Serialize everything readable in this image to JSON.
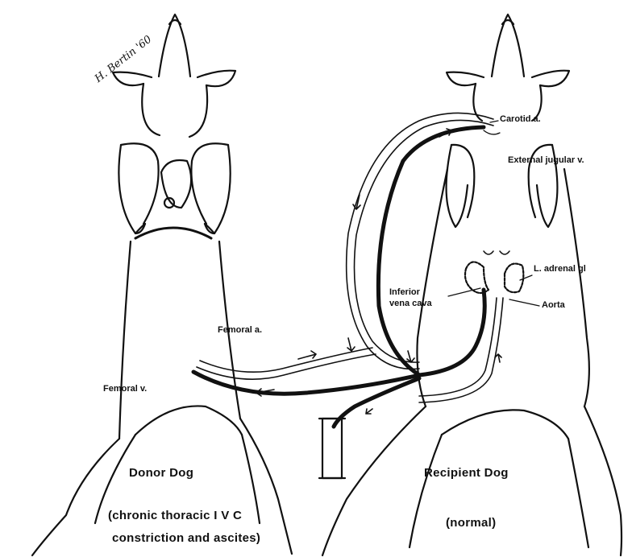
{
  "labels": {
    "carotid": "Carotid a.",
    "ext_jugular": "External jugular v.",
    "l_adrenal": "L. adrenal gl",
    "ivc_line1": "Inferior",
    "ivc_line2": "vena cava",
    "aorta": "Aorta",
    "femoral_a": "Femoral a.",
    "femoral_v": "Femoral v."
  },
  "captions": {
    "donor_title": "Donor Dog",
    "donor_line1": "(chronic thoracic I V C",
    "donor_line2": "constriction and ascites)",
    "recipient_title": "Recipient Dog",
    "recipient_sub": "(normal)"
  },
  "signature": "H. Bertin '60",
  "colors": {
    "ink": "#111111",
    "background": "#ffffff"
  },
  "icons": [
    "flow-arrow-icon",
    "reservoir-icon"
  ]
}
